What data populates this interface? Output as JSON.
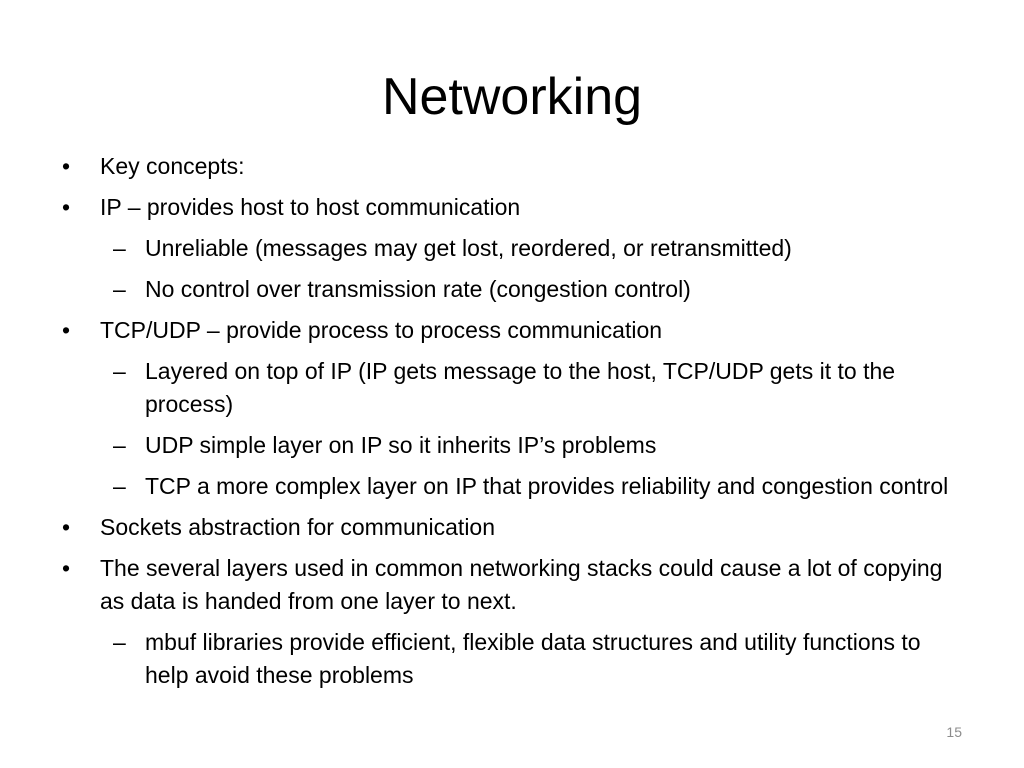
{
  "slide": {
    "title": "Networking",
    "page_number": "15",
    "bullets": [
      {
        "level": 1,
        "marker": "•",
        "text": "Key concepts:"
      },
      {
        "level": 1,
        "marker": "•",
        "text": "IP – provides host to host communication"
      },
      {
        "level": 2,
        "marker": "–",
        "text": "Unreliable (messages may get lost, reordered, or retransmitted)"
      },
      {
        "level": 2,
        "marker": "–",
        "text": "No control over transmission rate (congestion control)"
      },
      {
        "level": 1,
        "marker": "•",
        "text": "TCP/UDP – provide process to process communication"
      },
      {
        "level": 2,
        "marker": "–",
        "text": "Layered on top of IP (IP gets message to the host, TCP/UDP gets it to the process)"
      },
      {
        "level": 2,
        "marker": "–",
        "text": "UDP simple layer on IP so it inherits IP’s problems"
      },
      {
        "level": 2,
        "marker": "–",
        "text": "TCP a more complex layer on IP that provides reliability and congestion control"
      },
      {
        "level": 1,
        "marker": "•",
        "text": "Sockets abstraction for communication"
      },
      {
        "level": 1,
        "marker": "•",
        "text": "The several layers used in common networking stacks could cause a lot of copying as data is handed from one layer to next."
      },
      {
        "level": 2,
        "marker": "–",
        "text": "mbuf libraries provide efficient, flexible data structures and utility functions to help avoid these problems"
      }
    ]
  }
}
